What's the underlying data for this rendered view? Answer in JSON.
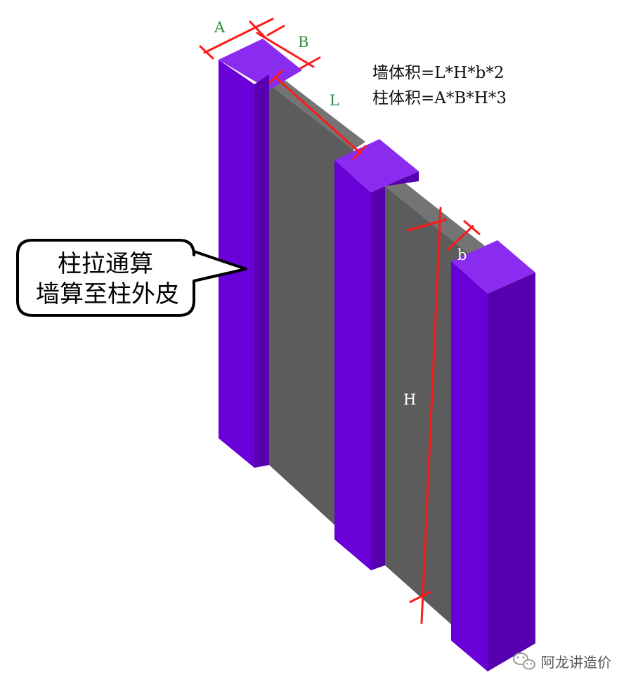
{
  "colors": {
    "column_front": "#6a00d8",
    "column_side": "#5600b0",
    "column_top": "#8a2cf0",
    "wall_front": "#5c5c5c",
    "wall_top": "#747474",
    "wall_side": "#4a4a4a",
    "dimension_line": "#ff1a1a",
    "dimension_label_green": "#2e8b3a",
    "dimension_label_white": "#ffffff",
    "callout_border": "#000000"
  },
  "dimensions": {
    "A": "A",
    "B": "B",
    "L": "L",
    "b": "b",
    "H": "H"
  },
  "formulas": {
    "wall": "墙体积=L*H*b*2",
    "column": "柱体积=A*B*H*3"
  },
  "callout": {
    "line1": "柱拉通算",
    "line2": "墙算至柱外皮"
  },
  "watermark": {
    "icon": "wechat-icon",
    "text": "阿龙讲造价"
  }
}
